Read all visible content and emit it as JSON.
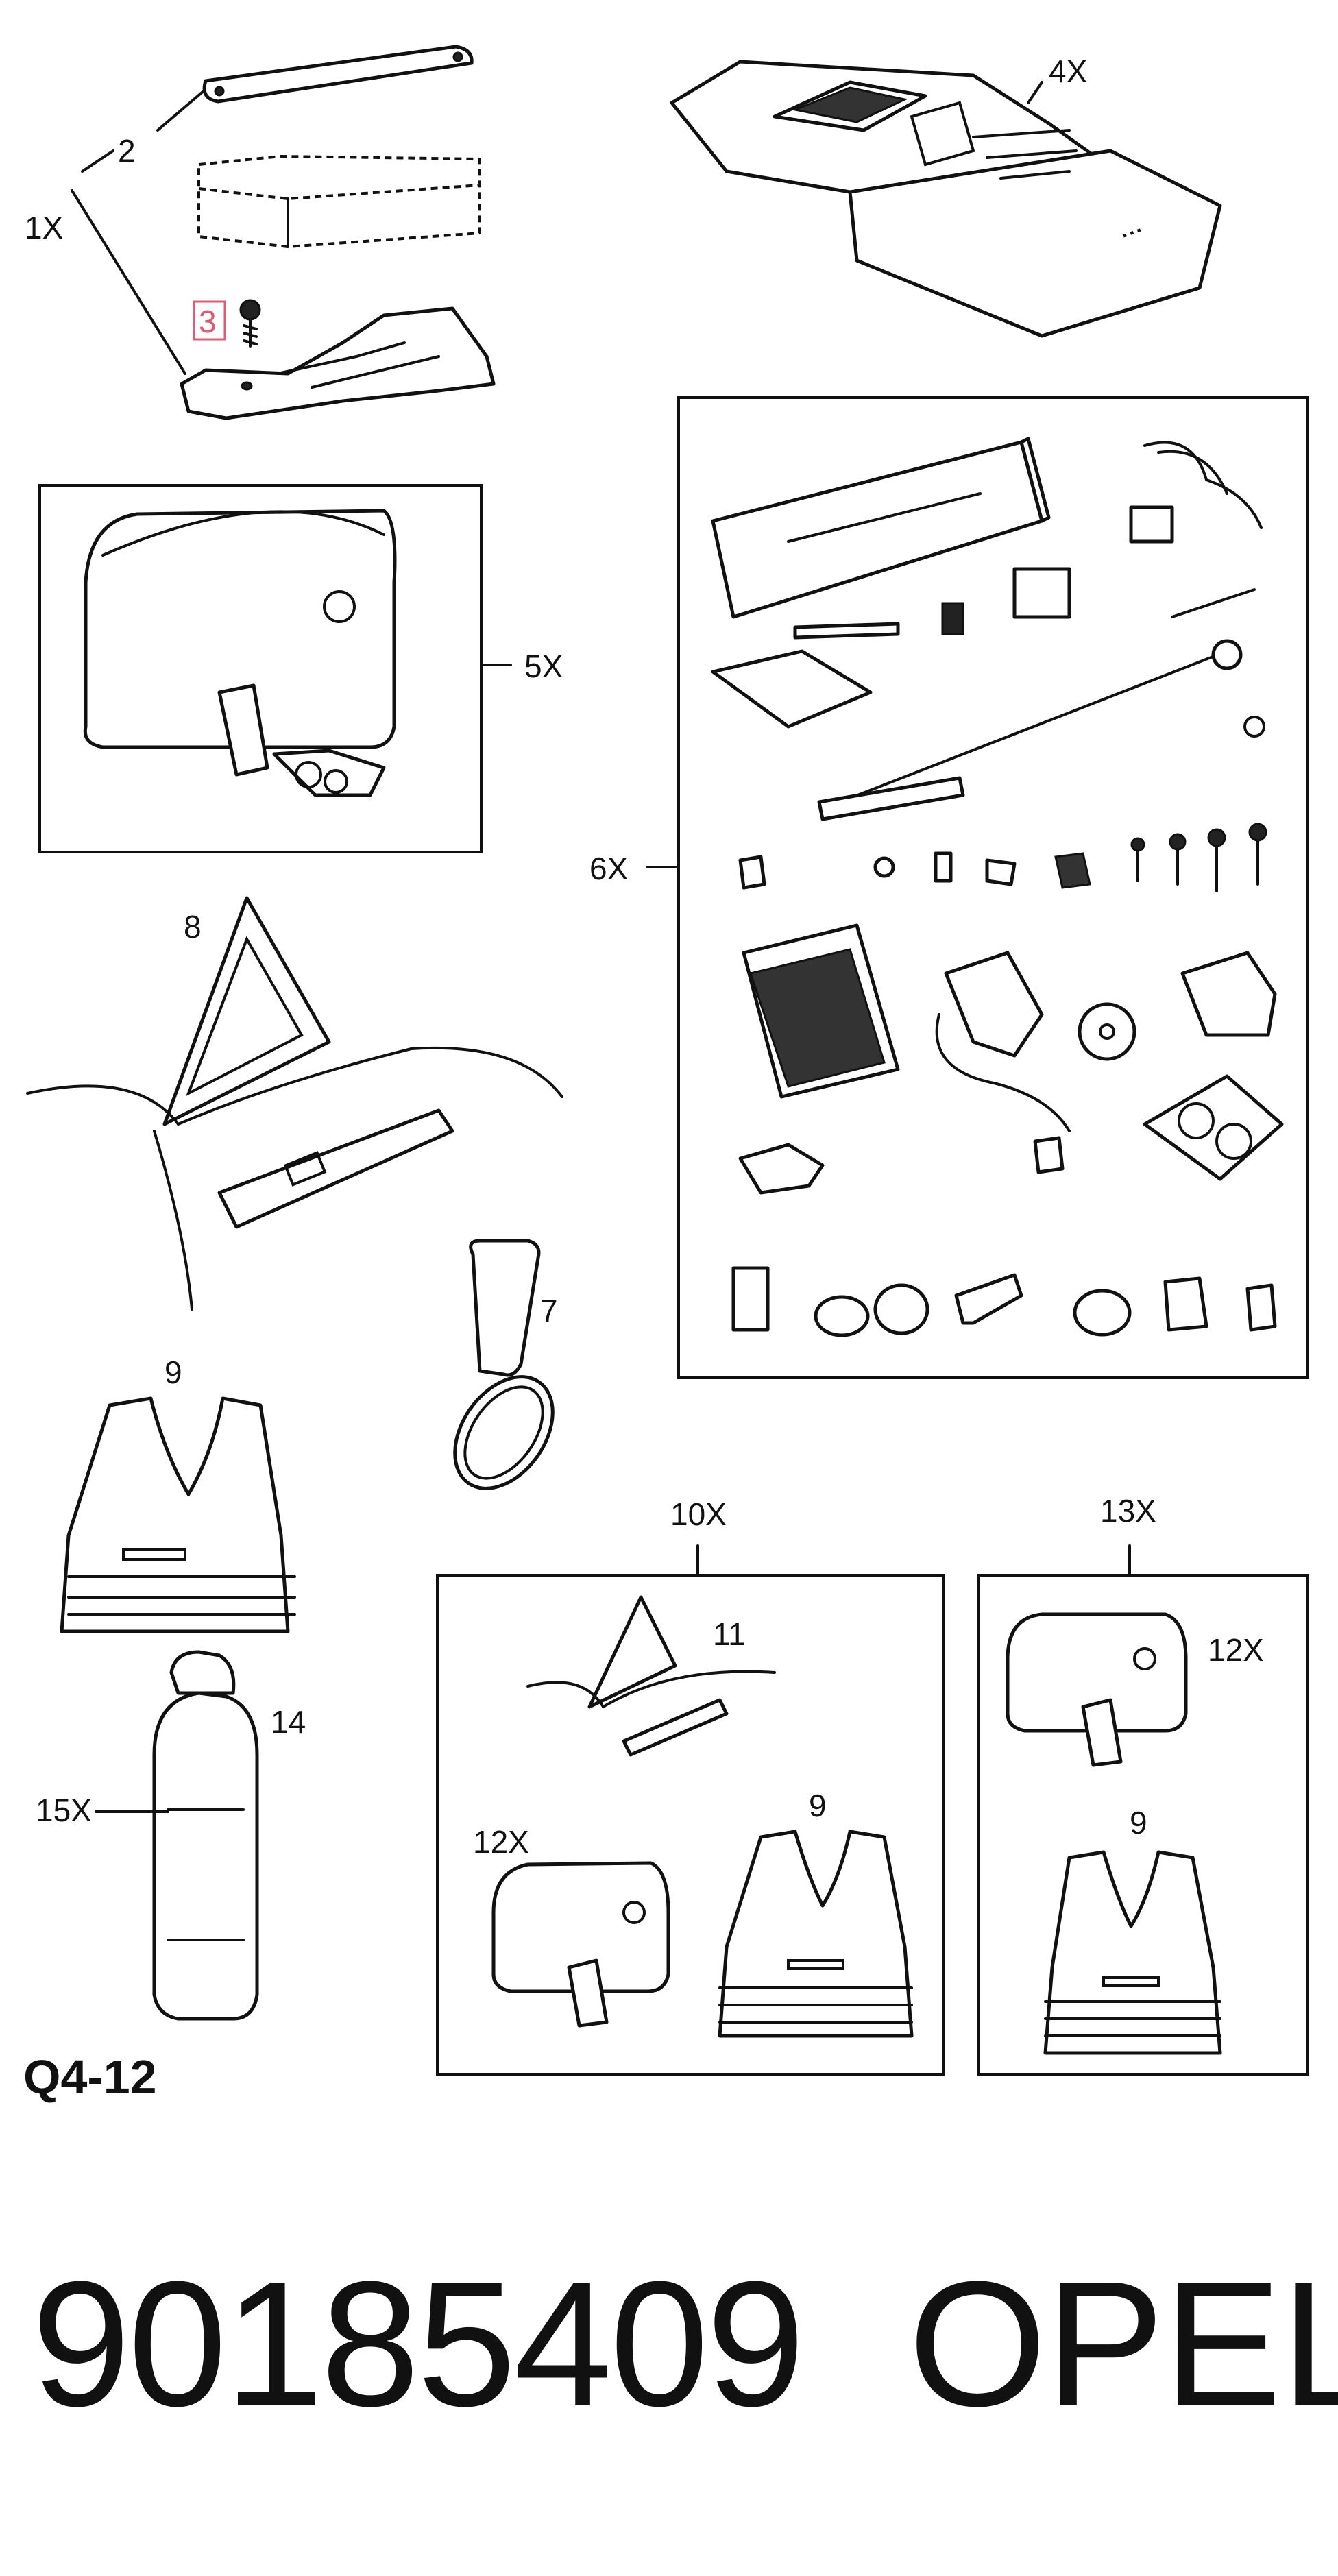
{
  "callouts": {
    "c1x": "1X",
    "c2": "2",
    "c3": "3",
    "c4x": "4X",
    "c5x": "5X",
    "c6x": "6X",
    "c7": "7",
    "c8": "8",
    "c9_left": "9",
    "c9_kit10": "9",
    "c9_kit13": "9",
    "c10x": "10X",
    "c11": "11",
    "c12x_kit10": "12X",
    "c12x_kit13": "12X",
    "c13x": "13X",
    "c14": "14",
    "c15x": "15X"
  },
  "diagram_id": "Q4-12",
  "part_number": "90185409",
  "brand": "OPEL",
  "colors": {
    "line": "#111111",
    "highlight": "#e05a72",
    "background": "#ffffff"
  }
}
